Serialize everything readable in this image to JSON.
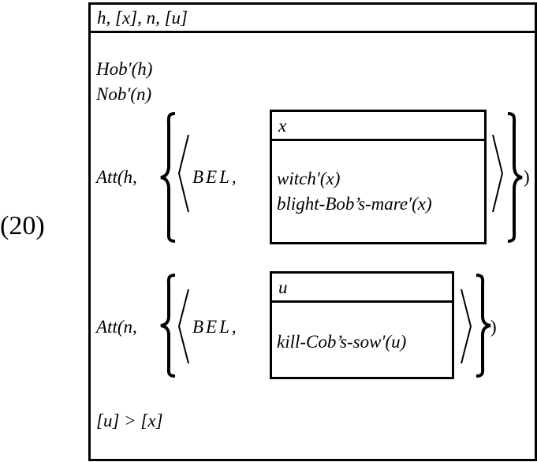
{
  "example_number": "(20)",
  "main_box": {
    "universe": "h, [x], n, [u]",
    "conditions": {
      "hob": "Hob′(h)",
      "nob": "Nob′(n)",
      "order": "[u] > [x]"
    }
  },
  "att1": {
    "prefix": "Att(h,",
    "bel": "BEL,",
    "close": ")",
    "sub_box": {
      "universe": "x",
      "conditions": [
        "witch′(x)",
        "blight-Bob’s-mare′(x)"
      ]
    }
  },
  "att2": {
    "prefix": "Att(n,",
    "bel": "BEL,",
    "close": ")",
    "sub_box": {
      "universe": "u",
      "conditions": [
        "kill-Cob’s-sow′(u)"
      ]
    }
  }
}
